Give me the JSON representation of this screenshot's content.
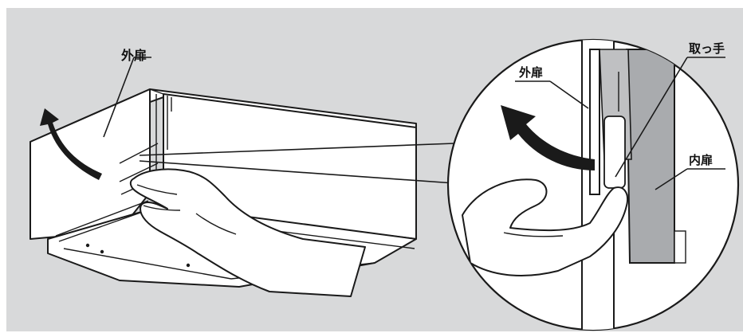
{
  "labels": {
    "outer_door_main": "外扉",
    "outer_door_detail": "外扉",
    "handle": "取っ手",
    "inner_door": "内扉"
  },
  "colors": {
    "panel_background": "#d8d9da",
    "line": "#1a1a1a",
    "door_fill": "#ffffff",
    "inner_door_fill": "#a9abae",
    "handle_fill": "#ffffff"
  },
  "icons": {
    "open_arrow": "curved-arrow-up-left",
    "detail_arrow": "curved-arrow-left"
  }
}
